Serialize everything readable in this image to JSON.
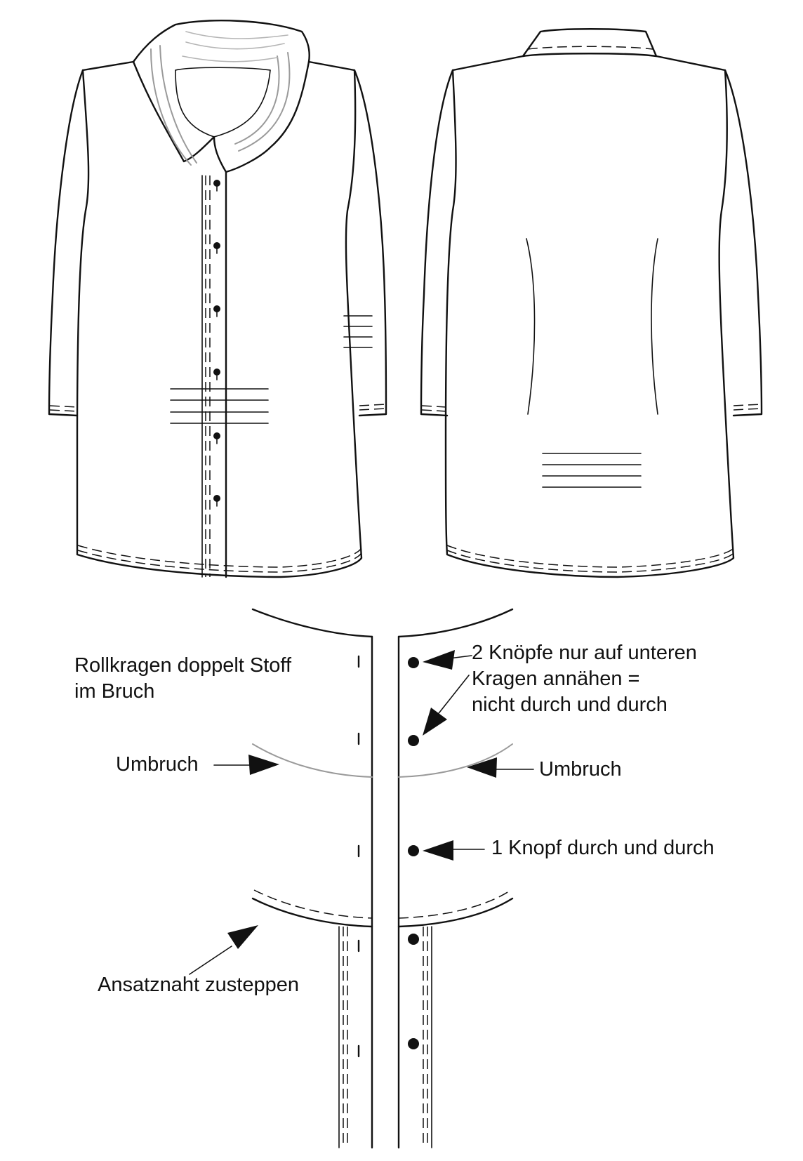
{
  "labels": {
    "rollkragen": [
      "Rollkragen doppelt Stoff",
      "im Bruch"
    ],
    "knoepfe_note": [
      "2 Knöpfe nur auf unteren",
      "Kragen annähen =",
      "nicht durch und durch"
    ],
    "umbruch_left": "Umbruch",
    "umbruch_right": "Umbruch",
    "knopf_note": "1 Knopf durch und durch",
    "ansatznaht": "Ansatznaht zusteppen"
  },
  "colors": {
    "line": "#111111",
    "fold_line": "#9a9a9a",
    "background": "#ffffff"
  }
}
